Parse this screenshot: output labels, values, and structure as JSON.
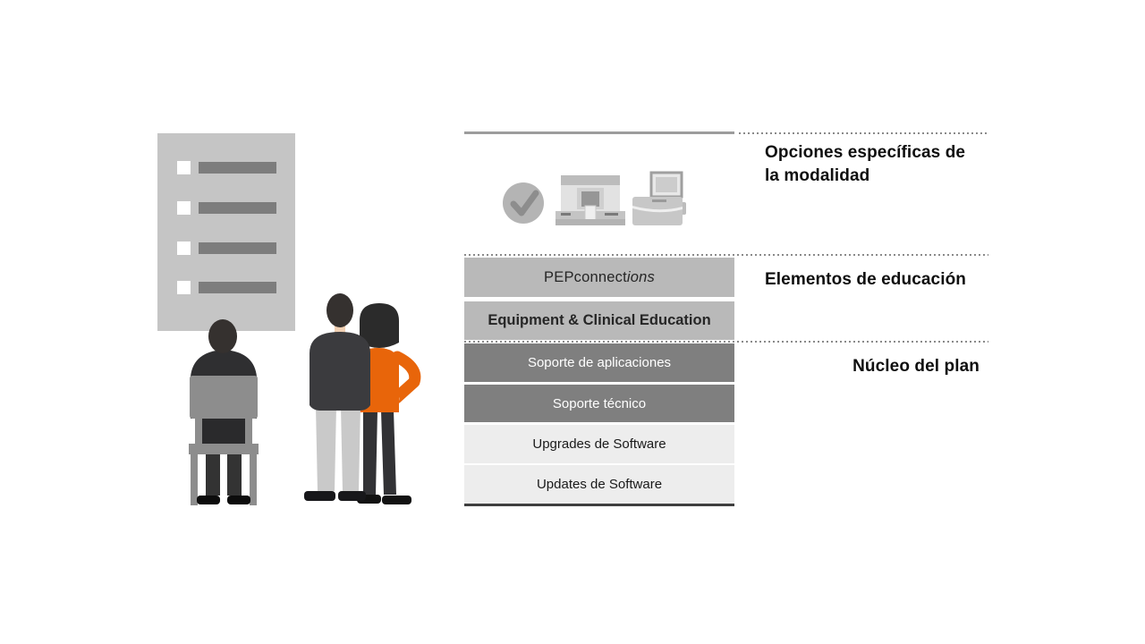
{
  "sections": {
    "modality": {
      "label": "Opciones específicas de la modalidad"
    },
    "education": {
      "label": "Elementos de educación"
    },
    "core": {
      "label": "Núcleo del plan"
    }
  },
  "bars": {
    "pepconnections": {
      "prefix": "PEPconnect",
      "italic_suffix": "ions"
    },
    "equipment_education": "Equipment & Clinical Education",
    "app_support": "Soporte de aplicaciones",
    "tech_support": "Soporte técnico",
    "software_upgrades": "Upgrades de Software",
    "software_updates": "Updates de Software"
  },
  "icons": {
    "checkmark": "checkmark-icon",
    "scanner": "ct-scanner-icon",
    "workstation": "imaging-workstation-icon"
  },
  "illustration": {
    "checklist_item_count": 4
  },
  "colors": {
    "accent_orange": "#E8650A",
    "bar_medium_gray": "#B9B9B9",
    "bar_dark_gray": "#7F7F7F",
    "bar_light_gray": "#EDEDED",
    "board_gray": "#C5C5C5",
    "dark_rule": "#3F3F3F",
    "gray_rule": "#9C9C9C"
  }
}
